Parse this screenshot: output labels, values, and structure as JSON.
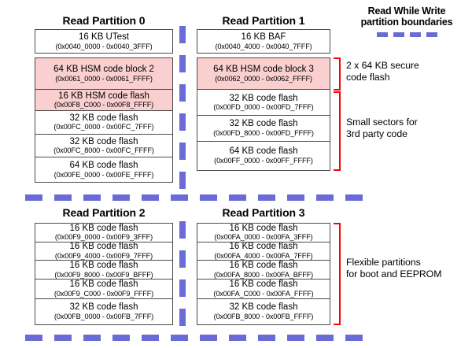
{
  "legend": {
    "title_line1": "Read While Write",
    "title_line2": "partition boundaries",
    "dash_color": "#6b6bd6"
  },
  "colors": {
    "secure_fill": "#facfcf",
    "normal_fill": "#ffffff",
    "box_border": "#4a4a4a",
    "bracket": "#ff0000",
    "dash": "#6b6bd6"
  },
  "partitions": [
    {
      "title": "Read Partition 0",
      "top_block": [
        {
          "name": "16 KB UTest",
          "address": "(0x0040_0000 - 0x0040_3FFF)",
          "secure": false
        }
      ],
      "main_block": [
        {
          "name": "64 KB HSM code block 2",
          "address": "(0x0061_0000 - 0x0061_FFFF)",
          "secure": true
        },
        {
          "name": "16 KB HSM code flash",
          "address": "(0x00F8_C000 - 0x00F8_FFFF)",
          "secure": true
        },
        {
          "name": "32 KB code flash",
          "address": "(0x00FC_0000 - 0x00FC_7FFF)",
          "secure": false
        },
        {
          "name": "32 KB code flash",
          "address": "(0x00FC_8000 - 0x00FC_FFFF)",
          "secure": false
        },
        {
          "name": "64 KB code flash",
          "address": "(0x00FE_0000 - 0x00FE_FFFF)",
          "secure": false
        }
      ]
    },
    {
      "title": "Read Partition 1",
      "top_block": [
        {
          "name": "16 KB BAF",
          "address": "(0x0040_4000 - 0x0040_7FFF)",
          "secure": false
        }
      ],
      "main_block": [
        {
          "name": "64 KB HSM code block 3",
          "address": "(0x0062_0000 - 0x0062_FFFF)",
          "secure": true
        },
        {
          "name": "32 KB code flash",
          "address": "(0x00FD_0000 - 0x00FD_7FFF)",
          "secure": false
        },
        {
          "name": "32 KB code flash",
          "address": "(0x00FD_8000 - 0x00FD_FFFF)",
          "secure": false
        },
        {
          "name": "64 KB code flash",
          "address": "(0x00FF_0000 - 0x00FF_FFFF)",
          "secure": false
        }
      ]
    },
    {
      "title": "Read Partition 2",
      "top_block": [],
      "main_block": [
        {
          "name": "16 KB code flash",
          "address": "(0x00F9_0000 - 0x00F9_3FFF)",
          "secure": false
        },
        {
          "name": "16 KB code flash",
          "address": "(0x00F9_4000 - 0x00F9_7FFF)",
          "secure": false
        },
        {
          "name": "16 KB code flash",
          "address": "(0x00F9_8000 - 0x00F9_BFFF)",
          "secure": false
        },
        {
          "name": "16 KB code flash",
          "address": "(0x00F9_C000 - 0x00F9_FFFF)",
          "secure": false
        },
        {
          "name": "32 KB code flash",
          "address": "(0x00FB_0000 - 0x00FB_7FFF)",
          "secure": false
        }
      ]
    },
    {
      "title": "Read Partition 3",
      "top_block": [],
      "main_block": [
        {
          "name": "16 KB code flash",
          "address": "(0x00FA_0000 - 0x00FA_3FFF)",
          "secure": false
        },
        {
          "name": "16 KB code flash",
          "address": "(0x00FA_4000 - 0x00FA_7FFF)",
          "secure": false
        },
        {
          "name": "16 KB code flash",
          "address": "(0x00FA_8000 - 0x00FA_BFFF)",
          "secure": false
        },
        {
          "name": "16 KB code flash",
          "address": "(0x00FA_C000 - 0x00FA_FFFF)",
          "secure": false
        },
        {
          "name": "32 KB code flash",
          "address": "(0x00FB_8000 - 0x00FB_FFFF)",
          "secure": false
        }
      ]
    }
  ],
  "annotations": [
    {
      "line1": "2 x 64 KB secure",
      "line2": "code flash"
    },
    {
      "line1": "Small sectors for",
      "line2": "3rd party code"
    },
    {
      "line1": "Flexible partitions",
      "line2": "for boot and EEPROM"
    }
  ]
}
